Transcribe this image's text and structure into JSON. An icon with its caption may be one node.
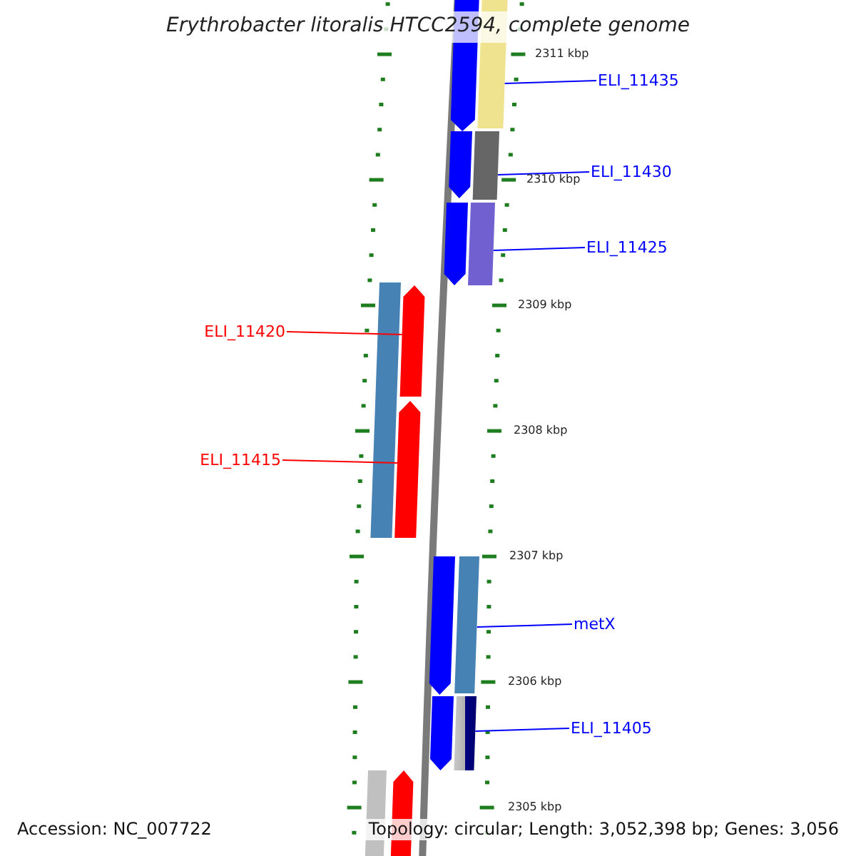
{
  "diagram": {
    "title": "Erythrobacter litoralis HTCC2594, complete genome",
    "nodes": [
      {
        "text": [],
        "shape": "arrow"
      },
      {
        "text": [],
        "shape": "bar"
      },
      {
        "text": [
          "ELI_11435"
        ]
      },
      {
        "text": [],
        "shape": "arrow"
      },
      {
        "text": [],
        "shape": "bar"
      },
      {
        "text": [
          "ELI_11430"
        ]
      },
      {
        "text": [],
        "shape": "arrow"
      },
      {
        "text": [],
        "shape": "bar"
      },
      {
        "text": [
          "ELI_11425"
        ]
      },
      {
        "text": [],
        "shape": "bar"
      },
      {
        "text": [],
        "shape": "arrow"
      },
      {
        "text": [
          "ELI_11420"
        ]
      },
      {
        "text": [],
        "shape": "arrow"
      },
      {
        "text": [
          "ELI_11415"
        ]
      },
      {
        "text": [],
        "shape": "arrow"
      },
      {
        "text": [],
        "shape": "bar"
      },
      {
        "text": [
          "metX"
        ]
      },
      {
        "text": [],
        "shape": "arrow"
      },
      {
        "text": [],
        "shape": "bar"
      },
      {
        "text": [
          "ELI_11405"
        ]
      },
      {
        "text": [],
        "shape": "bar"
      },
      {
        "text": [],
        "shape": "arrow"
      }
    ],
    "edges": [
      {
        "from": 2,
        "to": 1,
        "arrow": "none"
      },
      {
        "from": 5,
        "to": 4,
        "arrow": "none"
      },
      {
        "from": 8,
        "to": 7,
        "arrow": "none"
      },
      {
        "from": 11,
        "to": 10,
        "arrow": "none",
        "color": "#ff0000"
      },
      {
        "from": 13,
        "to": 12,
        "arrow": "none",
        "color": "#ff0000"
      },
      {
        "from": 16,
        "to": 15,
        "arrow": "none"
      },
      {
        "from": 19,
        "to": 18,
        "arrow": "none"
      }
    ],
    "labels": [
      "2311 kbp",
      "2310 kbp",
      "2309 kbp",
      "2308 kbp",
      "2307 kbp",
      "2306 kbp",
      "2305 kbp",
      "Accession: NC_007722",
      "Topology: circular; Length: 3,052,398 bp; Genes: 3,056"
    ]
  }
}
